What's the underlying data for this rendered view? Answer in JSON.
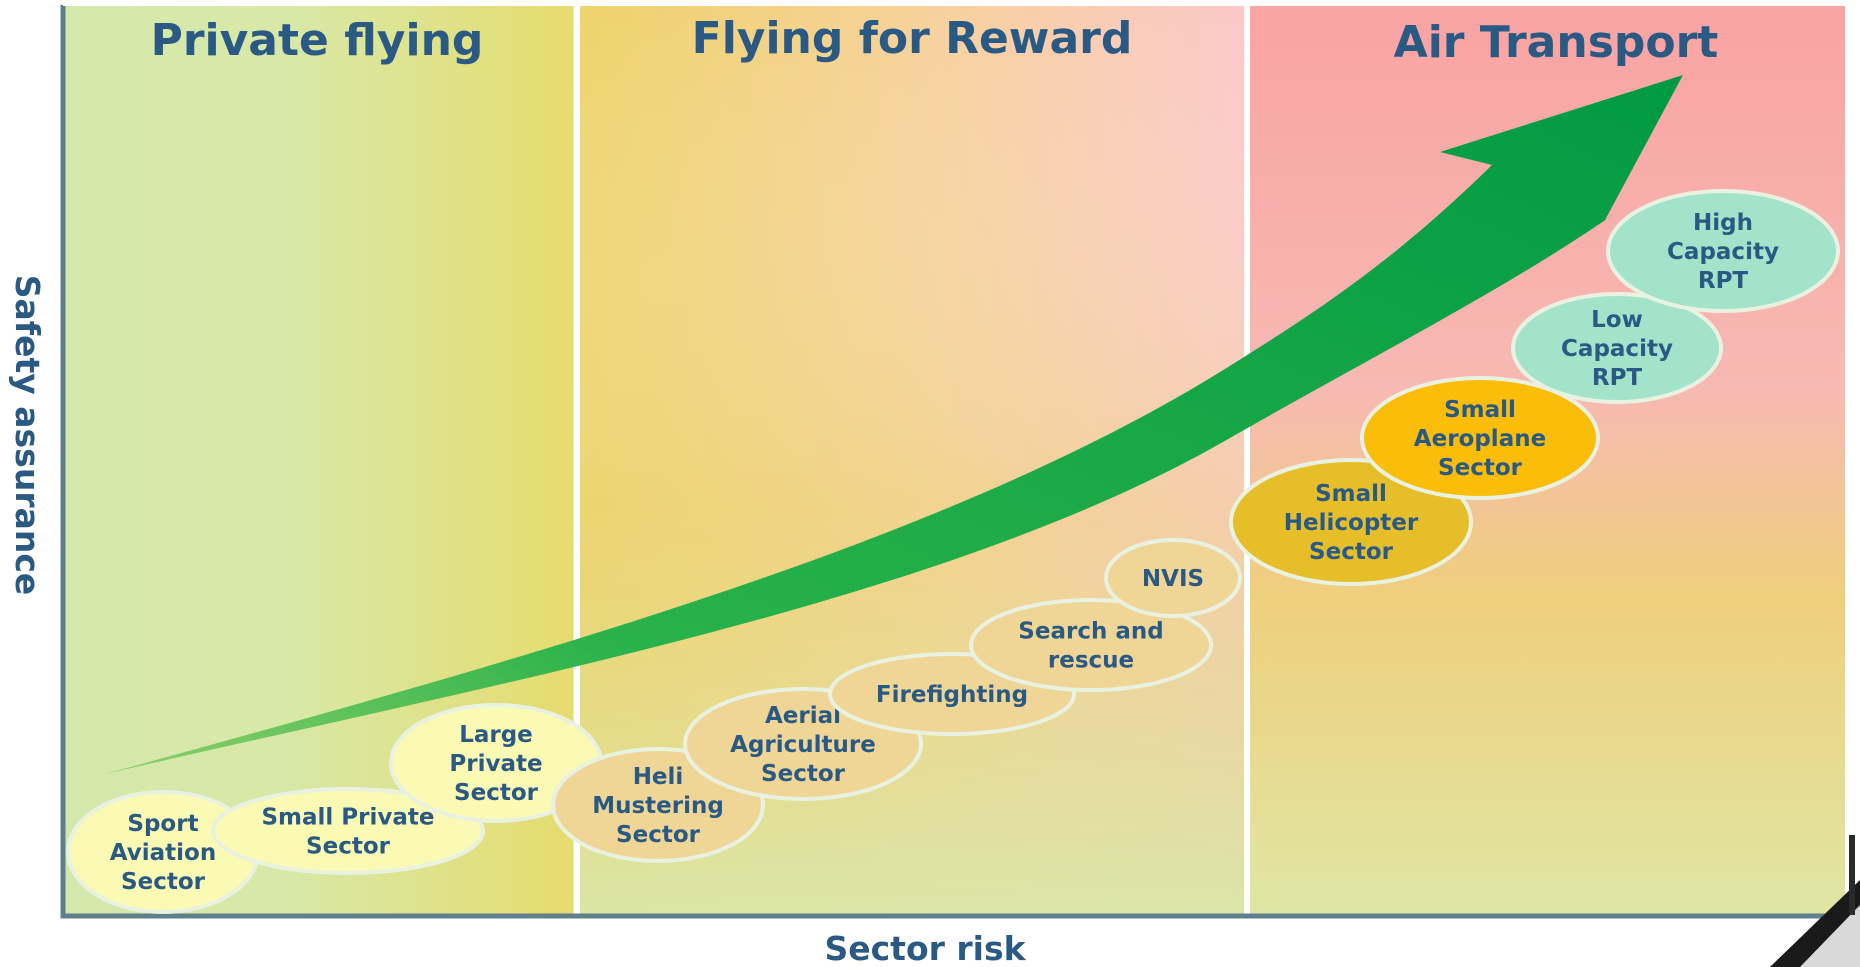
{
  "panels": [
    {
      "id": "private",
      "title": "Private flying"
    },
    {
      "id": "reward",
      "title": "Flying for Reward"
    },
    {
      "id": "transport",
      "title": "Air Transport"
    }
  ],
  "axes": {
    "x_label": "Sector risk",
    "y_label": "Safety assurance"
  },
  "colors": {
    "frame": "#5f7f8c",
    "divider": "#ffffff",
    "title": "#2a5a84",
    "arrow": "#009a44",
    "panel_private": [
      "#d4e8ad",
      "#e6dc6e"
    ],
    "panel_reward": [
      "#eed36a",
      "#fbc8c8"
    ],
    "panel_transport": [
      "#f4a2a2",
      "#e5de92"
    ]
  },
  "nodes": [
    {
      "id": "sport-aviation",
      "lines": [
        "Sport",
        "Aviation",
        "Sector"
      ],
      "fill": "#fafab5",
      "group": "private"
    },
    {
      "id": "small-private",
      "lines": [
        "Small Private",
        "Sector"
      ],
      "fill": "#fafab5",
      "group": "private"
    },
    {
      "id": "large-private",
      "lines": [
        "Large",
        "Private",
        "Sector"
      ],
      "fill": "#fafab5",
      "group": "private"
    },
    {
      "id": "heli-mustering",
      "lines": [
        "Heli",
        "Mustering",
        "Sector"
      ],
      "fill": "#efd697",
      "group": "reward"
    },
    {
      "id": "aerial-agriculture",
      "lines": [
        "Aerial",
        "Agriculture",
        "Sector"
      ],
      "fill": "#efd697",
      "group": "reward"
    },
    {
      "id": "firefighting",
      "lines": [
        "Firefighting"
      ],
      "fill": "#efd697",
      "group": "reward"
    },
    {
      "id": "search-rescue",
      "lines": [
        "Search and",
        "rescue"
      ],
      "fill": "#efd697",
      "group": "reward"
    },
    {
      "id": "nvis",
      "lines": [
        "NVIS"
      ],
      "fill": "#efd697",
      "group": "reward"
    },
    {
      "id": "small-helicopter",
      "lines": [
        "Small",
        "Helicopter",
        "Sector"
      ],
      "fill": "#e5be2a",
      "group": "transport"
    },
    {
      "id": "small-aeroplane",
      "lines": [
        "Small",
        "Aeroplane",
        "Sector"
      ],
      "fill": "#f9bd0a",
      "group": "transport"
    },
    {
      "id": "low-capacity-rpt",
      "lines": [
        "Low",
        "Capacity",
        "RPT"
      ],
      "fill": "#a3e3c9",
      "group": "transport"
    },
    {
      "id": "high-capacity-rpt",
      "lines": [
        "High",
        "Capacity",
        "RPT"
      ],
      "fill": "#a3e3c9",
      "group": "transport"
    }
  ]
}
